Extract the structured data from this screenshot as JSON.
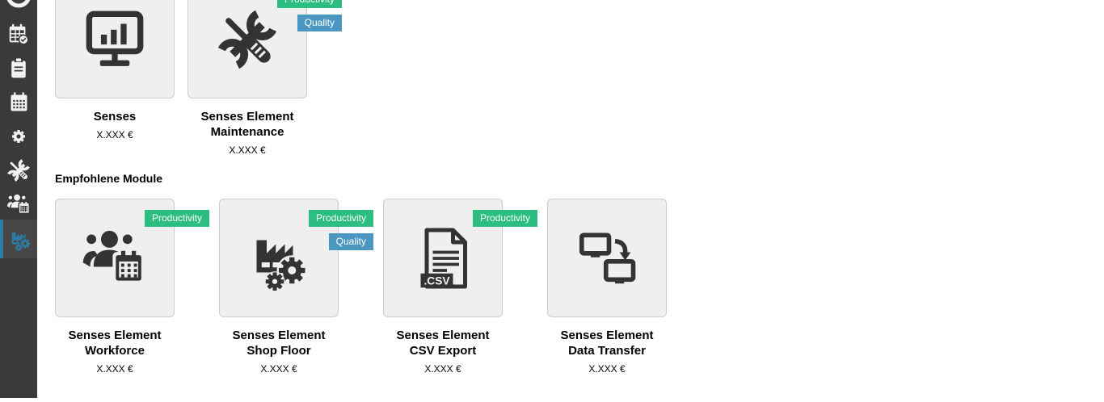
{
  "sidebar": {
    "items": [
      {
        "icon": "user-circle-icon",
        "selected": false
      },
      {
        "icon": "calendar-check-icon",
        "selected": false
      },
      {
        "icon": "clipboard-icon",
        "selected": false
      },
      {
        "icon": "calendar-icon",
        "selected": false
      },
      {
        "icon": "gear-icon",
        "selected": false
      },
      {
        "icon": "tools-icon",
        "selected": false
      },
      {
        "icon": "team-calendar-icon",
        "selected": false
      },
      {
        "icon": "factory-gears-icon",
        "selected": true
      }
    ]
  },
  "store": {
    "owned_modules": [
      {
        "title": "Senses",
        "price": "X.XXX €",
        "icon": "monitor-chart-icon",
        "badges": []
      },
      {
        "title": "Senses Element Maintenance",
        "price": "X.XXX €",
        "icon": "tools-icon",
        "badges": [
          "Productivity",
          "Quality"
        ]
      }
    ],
    "recommended_heading": "Empfohlene Module",
    "recommended_modules": [
      {
        "title": "Senses Element Workforce",
        "price": "X.XXX €",
        "icon": "team-calendar-icon",
        "badges": [
          "Productivity"
        ]
      },
      {
        "title": "Senses Element Shop Floor",
        "price": "X.XXX €",
        "icon": "factory-gears-icon",
        "badges": [
          "Productivity",
          "Quality"
        ]
      },
      {
        "title": "Senses Element CSV Export",
        "price": "X.XXX €",
        "icon": "csv-file-icon",
        "badges": [
          "Productivity"
        ],
        "csv_icon_label": ".CSV"
      },
      {
        "title": "Senses Element Data Transfer",
        "price": "X.XXX €",
        "icon": "data-transfer-icon",
        "badges": []
      }
    ]
  },
  "colors": {
    "sidebar_bg": "#3a3a3a",
    "sidebar_selected_bg": "#474747",
    "accent_blue": "#2e7ca3",
    "badge_productivity": "#2cbd81",
    "badge_quality": "#4b97c0",
    "card_bg": "#efefef",
    "card_border": "#cccccc",
    "icon_dark": "#333333"
  }
}
